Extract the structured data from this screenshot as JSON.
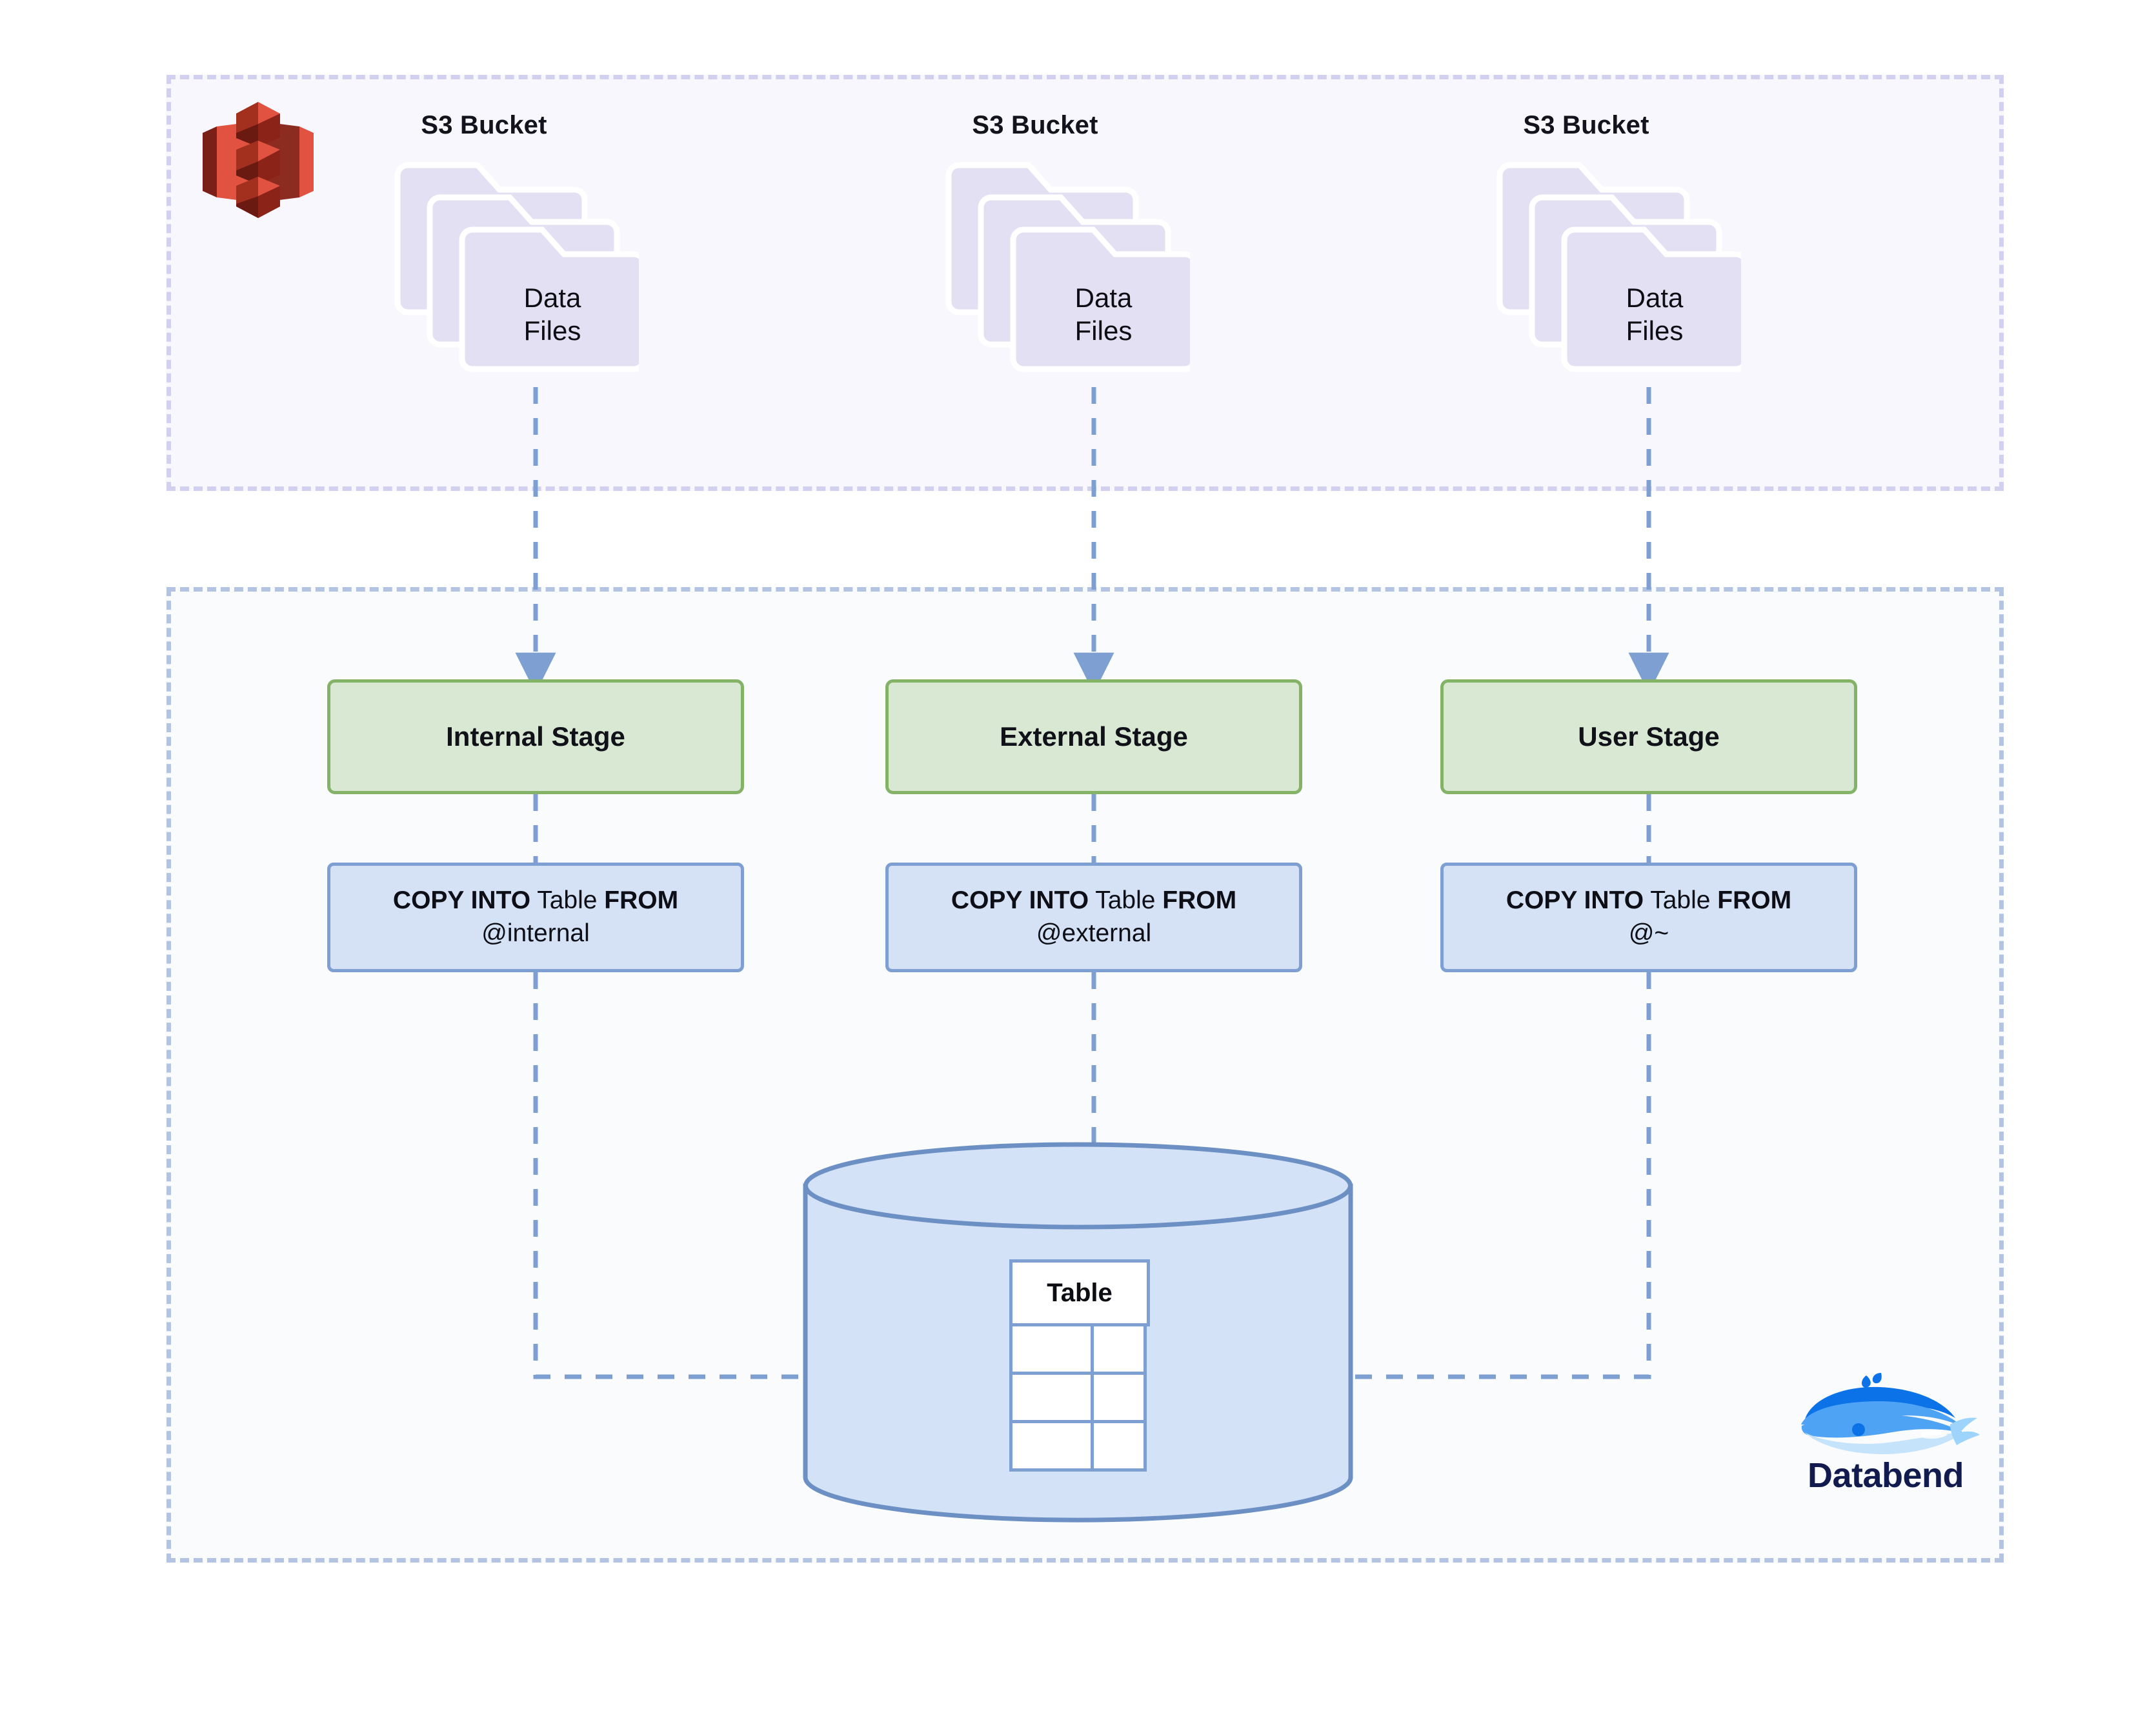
{
  "zones": {
    "s3_zone": {
      "name": "S3 storage zone",
      "border_color": "#d2d0ef",
      "fill": "#f8f7fd"
    },
    "databend_zone": {
      "name": "Databend zone",
      "border_color": "#b2c4e2",
      "fill": "#f9fbfd"
    }
  },
  "s3_logo": {
    "icon": "aws-s3-icon",
    "colors": {
      "light": "#e05243",
      "dark": "#8c241b",
      "mid": "#a32b20"
    }
  },
  "buckets": [
    {
      "label": "S3 Bucket",
      "folder_label_line1": "Data",
      "folder_label_line2": "Files",
      "icon": "folder-stack-icon"
    },
    {
      "label": "S3 Bucket",
      "folder_label_line1": "Data",
      "folder_label_line2": "Files",
      "icon": "folder-stack-icon"
    },
    {
      "label": "S3 Bucket",
      "folder_label_line1": "Data",
      "folder_label_line2": "Files",
      "icon": "folder-stack-icon"
    }
  ],
  "stages": [
    {
      "label": "Internal Stage"
    },
    {
      "label": "External Stage"
    },
    {
      "label": "User Stage"
    }
  ],
  "copy_statements": [
    {
      "keyword1": "COPY INTO",
      "object": "Table",
      "keyword2": "FROM",
      "source": "@internal"
    },
    {
      "keyword1": "COPY INTO",
      "object": "Table",
      "keyword2": "FROM",
      "source": "@external"
    },
    {
      "keyword1": "COPY INTO",
      "object": "Table",
      "keyword2": "FROM",
      "source": "@~"
    }
  ],
  "database": {
    "icon": "database-cylinder-icon",
    "fill": "#d4e2f7",
    "stroke": "#6d90c4",
    "table": {
      "header": "Table",
      "rows": [
        [
          "",
          ""
        ],
        [
          "",
          ""
        ],
        [
          "",
          ""
        ]
      ]
    }
  },
  "brand": {
    "name": "Databend",
    "icon": "databend-whale-icon",
    "word_color": "#111b4e",
    "whale_colors": {
      "top": "#0b72e7",
      "mid": "#4ea3f5",
      "bottom": "#c5e3fb"
    }
  },
  "connectors": {
    "stroke": "#7d9fd1",
    "style": "dashed",
    "arrowhead": "filled-triangle",
    "flows": [
      {
        "from": "bucket-1-data-files",
        "to": "internal-stage"
      },
      {
        "from": "bucket-2-data-files",
        "to": "external-stage"
      },
      {
        "from": "bucket-3-data-files",
        "to": "user-stage"
      },
      {
        "from": "internal-stage",
        "to": "copy-into-internal"
      },
      {
        "from": "external-stage",
        "to": "copy-into-external"
      },
      {
        "from": "user-stage",
        "to": "copy-into-user"
      },
      {
        "from": "copy-into-internal",
        "to": "table",
        "direction": "right"
      },
      {
        "from": "copy-into-external",
        "to": "table",
        "direction": "down"
      },
      {
        "from": "copy-into-user",
        "to": "table",
        "direction": "left"
      }
    ]
  }
}
